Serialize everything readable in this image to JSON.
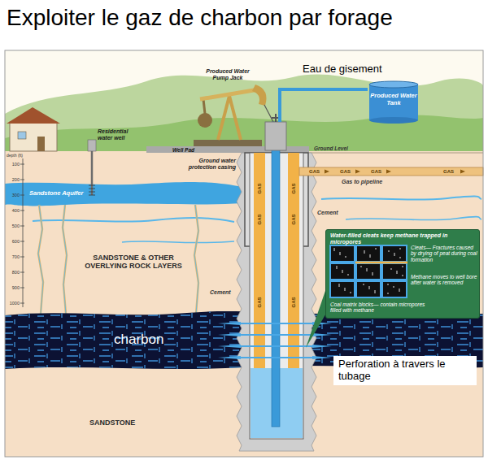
{
  "diagram": {
    "title": "Exploiter le gaz de charbon par forage",
    "nodes": [
      {
        "text": [
          "Produced Water Tank"
        ]
      },
      {
        "text": [
          "Water-filled cleats keep methane trapped in micropores",
          "Cleats— Fractures caused by drying of peat during coal formation",
          "Methane moves to well bore after water is removed",
          "Coal matrix blocks— contain micropores filled with methane"
        ]
      },
      {
        "text": [
          "Perforation à travers le tubage"
        ]
      }
    ],
    "labels": [
      "Produced Water Pump Jack",
      "Eau de gisement",
      "Residential water well",
      "Well Pad",
      "Ground Level",
      "GAS",
      "GAS",
      "GAS",
      "Gas to pipeline",
      "GAS",
      "Ground water protection casing",
      "depth (ft)",
      "100",
      "200",
      "300",
      "400",
      "500",
      "600",
      "700",
      "800",
      "900",
      "1000",
      "Sandstone Aquifer",
      "Cement",
      "Cement",
      "SANDSTONE & OTHER OVERLYING ROCK LAYERS",
      "GAS",
      "GAS",
      "GAS",
      "GAS",
      "GAS",
      "GAS",
      "charbon",
      "SANDSTONE"
    ]
  }
}
